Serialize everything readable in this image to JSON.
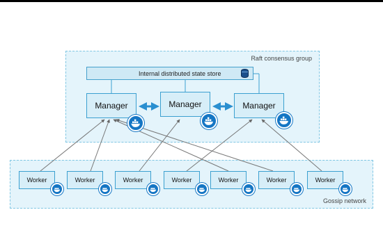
{
  "diagram": {
    "raft_group_label": "Raft consensus group",
    "gossip_group_label": "Gossip network",
    "state_store_label": "Internal distributed state store",
    "managers": [
      {
        "label": "Manager"
      },
      {
        "label": "Manager"
      },
      {
        "label": "Manager"
      }
    ],
    "workers": [
      {
        "label": "Worker"
      },
      {
        "label": "Worker"
      },
      {
        "label": "Worker"
      },
      {
        "label": "Worker"
      },
      {
        "label": "Worker"
      },
      {
        "label": "Worker"
      },
      {
        "label": "Worker"
      }
    ],
    "icons": {
      "database": "database-icon",
      "docker": "docker-whale-icon"
    },
    "colors": {
      "group_fill": "#e4f4fb",
      "node_border": "#3ba0d0",
      "docker_blue": "#1576c4",
      "store_icon": "#1b4f8b"
    }
  }
}
